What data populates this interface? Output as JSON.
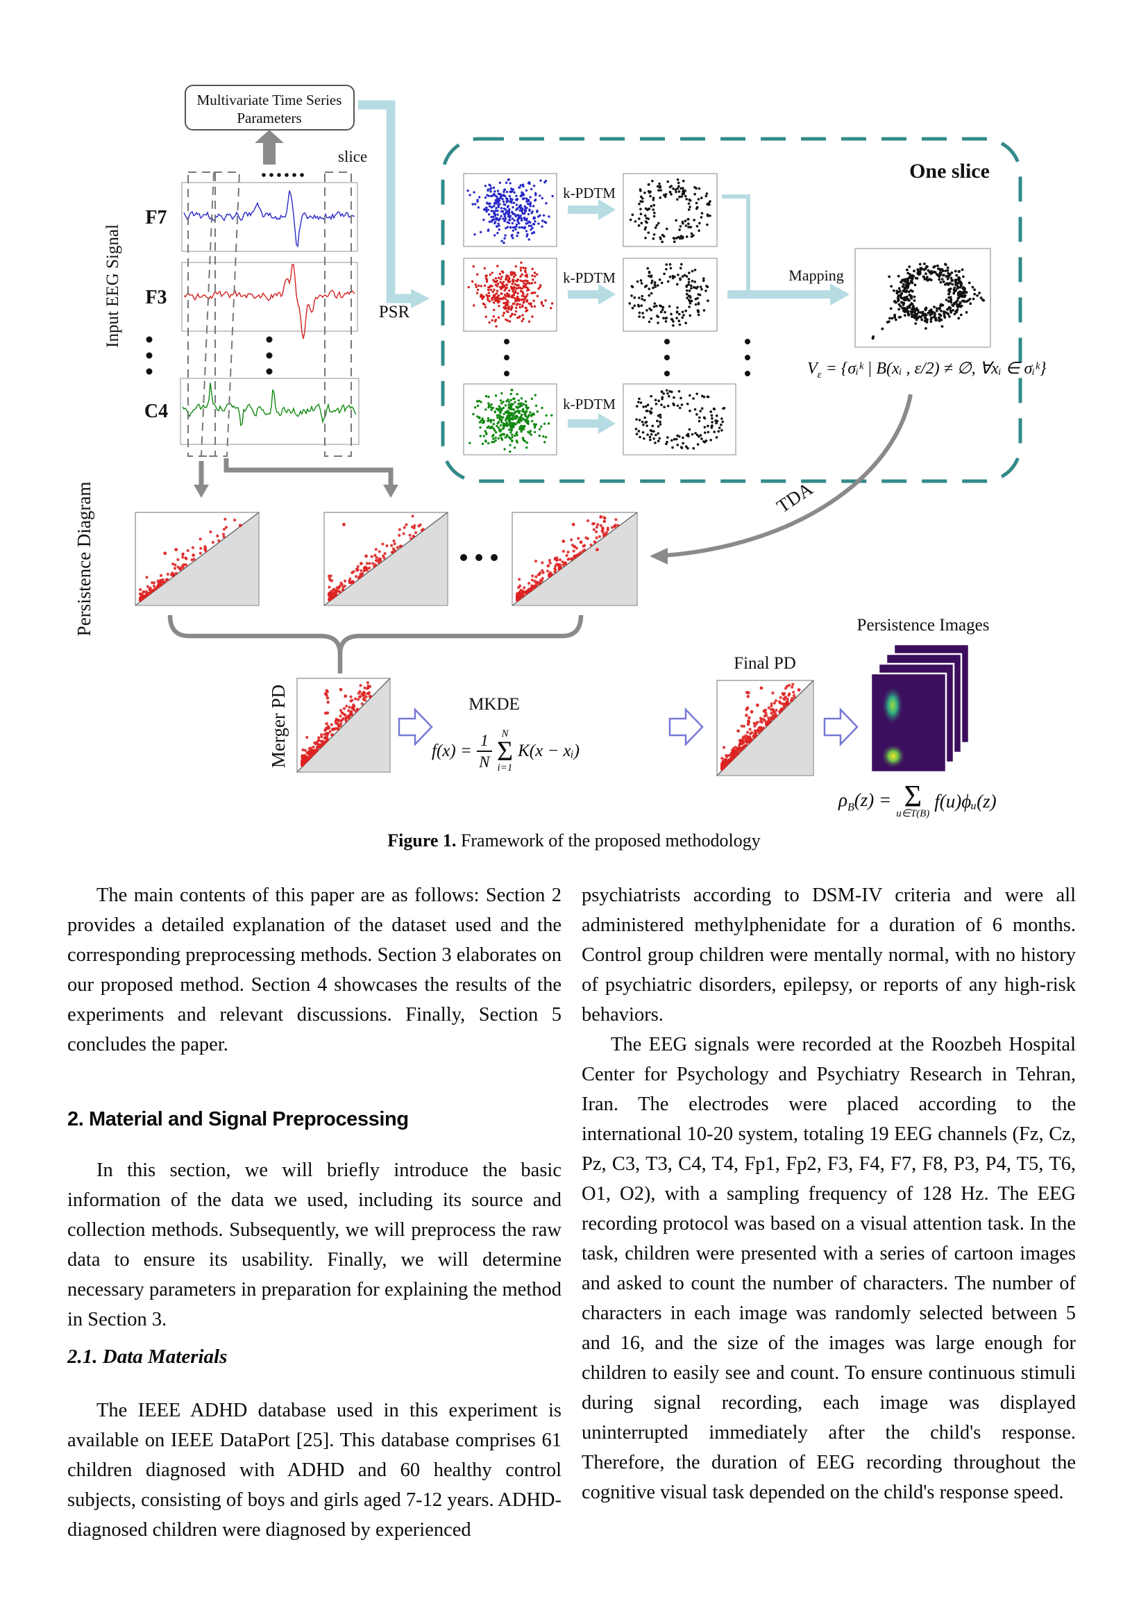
{
  "figure": {
    "mts_line1": "Multivariate Time Series",
    "mts_line2": "Parameters",
    "slice_label": "slice",
    "psr_label": "PSR",
    "input_label": "Input EEG Signal",
    "channels": [
      "F7",
      "F3",
      "C4"
    ],
    "one_slice_label": "One slice",
    "kpdtm_label": "k-PDTM",
    "mapping_label": "Mapping",
    "tda_label": "TDA",
    "pd_label": "Persistence Diagram",
    "merger_label": "Merger PD",
    "mkde_label": "MKDE",
    "final_pd_label": "Final PD",
    "pi_label": "Persistence Images",
    "v_formula": {
      "v": "V",
      "v_sub": "ε",
      "body": "= {σᵢᵏ | B(xᵢ , ε/2) ≠ ∅, ∀xᵢ ∈ σᵢᵏ}"
    },
    "mkde_formula": {
      "lhs": "f(x) =",
      "num": "1",
      "den": "N",
      "sum_top": "N",
      "sum_sym": "Σ",
      "sum_bot": "i=1",
      "rhs": "K(x − xᵢ)"
    },
    "rho_formula": {
      "lhs": "ρ",
      "lhs_sub": "B",
      "lhs2": "(z) =",
      "sum_sym": "Σ",
      "sum_bot": "u∈T(B)",
      "rhs": "f(u)ϕᵤ(z)"
    },
    "colors": {
      "teal": "#338a8a",
      "light_blue": "#b6dbe2",
      "gray": "#8a8a8a",
      "signal_blue": "#2929c8",
      "signal_red": "#d42020",
      "signal_green": "#118811",
      "pd_red": "#dd2222",
      "purple": "#3c0e5e"
    }
  },
  "caption": {
    "label": "Figure 1.",
    "text": " Framework of the proposed methodology"
  },
  "article": {
    "left": {
      "para1": "The main contents of this paper are as follows: Section 2 provides a detailed explanation of the dataset used and the corresponding preprocessing methods. Section 3 elaborates on our proposed method. Section 4 showcases the results of the experiments and relevant discussions. Finally, Section 5 concludes the paper.",
      "heading": "2. Material and Signal Preprocessing",
      "para2": "In this section, we will briefly introduce the basic information of the data we used, including its source and collection methods. Subsequently, we will preprocess the raw data to ensure its usability. Finally, we will determine necessary parameters in preparation for explaining the method in Section 3.",
      "subheading": "2.1. Data Materials",
      "para3": "The IEEE ADHD database used in this experiment is available on IEEE DataPort [25]. This database comprises 61 children diagnosed with ADHD and 60 healthy control subjects, consisting of boys and girls aged 7-12 years. ADHD-diagnosed children were diagnosed by experienced"
    },
    "right": {
      "para1": "psychiatrists according to DSM-IV criteria and were all administered methylphenidate for a duration of 6 months. Control group children were mentally normal, with no history of psychiatric disorders, epilepsy, or reports of any high-risk behaviors.",
      "para2": "The EEG signals were recorded at the Roozbeh Hospital Center for Psychology and Psychiatry Research in Tehran, Iran. The electrodes were placed according to the international 10-20 system, totaling 19 EEG channels (Fz, Cz, Pz, C3, T3, C4, T4, Fp1, Fp2, F3, F4, F7, F8, P3, P4, T5, T6, O1, O2), with a sampling frequency of 128 Hz. The EEG recording protocol was based on a visual attention task. In the task, children were presented with a series of cartoon images and asked to count the number of characters. The number of characters in each image was randomly selected between 5 and 16, and the size of the images was large enough for children to easily see and count. To ensure continuous stimuli during signal recording, each image was displayed uninterrupted immediately after the child's response. Therefore, the duration of EEG recording throughout the cognitive visual task depended on the child's response speed."
    }
  }
}
